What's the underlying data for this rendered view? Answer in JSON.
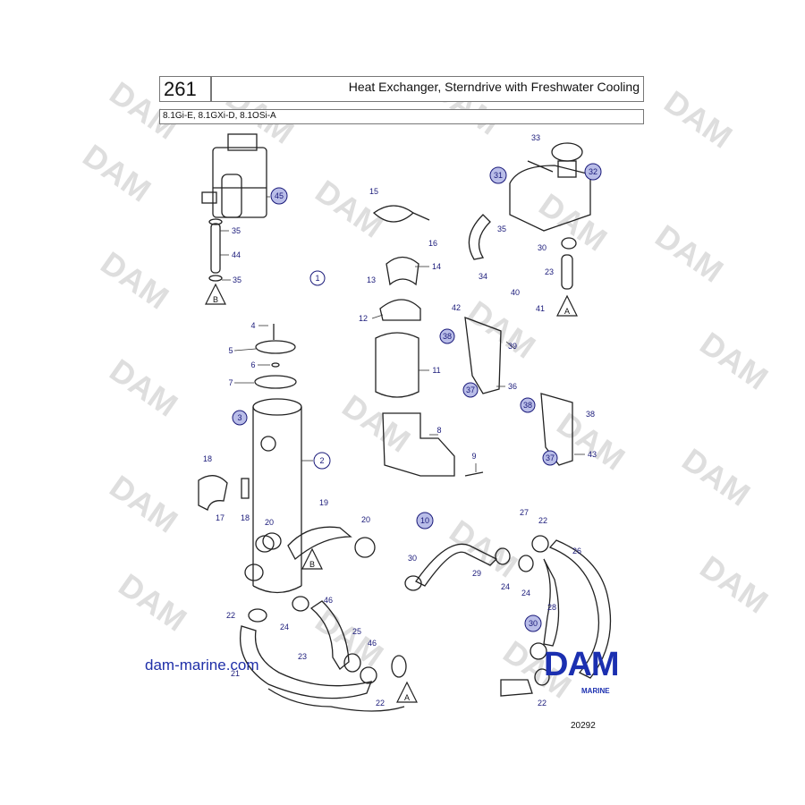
{
  "header": {
    "page_number": "261",
    "title": "Heat Exchanger, Sterndrive with Freshwater Cooling",
    "models": "8.1Gi-E, 8.1GXi-D, 8.1OSi-A"
  },
  "footer": {
    "website": "dam-marine.com",
    "logo_text": "DAM",
    "logo_subtext": "MARINE",
    "drawing_number": "20292"
  },
  "watermark": "DAM",
  "callouts": {
    "c1": "1",
    "c2": "2",
    "c3": "3",
    "c4": "4",
    "c5": "5",
    "c6": "6",
    "c7": "7",
    "c8": "8",
    "c9": "9",
    "c10": "10",
    "c11": "11",
    "c12": "12",
    "c13": "13",
    "c14": "14",
    "c15": "15",
    "c16": "16",
    "c17": "17",
    "c18a": "18",
    "c18b": "18",
    "c19": "19",
    "c20a": "20",
    "c20b": "20",
    "c21": "21",
    "c22a": "22",
    "c22b": "22",
    "c22c": "22",
    "c22d": "22",
    "c23a": "23",
    "c23b": "23",
    "c24a": "24",
    "c24b": "24",
    "c24c": "24",
    "c25": "25",
    "c26": "26",
    "c27": "27",
    "c28": "28",
    "c29": "29",
    "c30a": "30",
    "c30b": "30",
    "c30c": "30",
    "c31": "31",
    "c32": "32",
    "c33": "33",
    "c34": "34",
    "c35a": "35",
    "c35b": "35",
    "c35c": "35",
    "c36": "36",
    "c37a": "37",
    "c37b": "37",
    "c38a": "38",
    "c38b": "38",
    "c38c": "38",
    "c39": "39",
    "c40": "40",
    "c41": "41",
    "c42": "42",
    "c43": "43",
    "c44": "44",
    "c45": "45",
    "c46a": "46",
    "c46b": "46",
    "refA1": "A",
    "refA2": "A",
    "refB1": "B",
    "refB2": "B"
  },
  "colors": {
    "callout_circle": "#1a1a7a",
    "highlight_fill": "#b9bde8",
    "logo": "#1b2fb0",
    "watermark": "#d9d9d9"
  }
}
